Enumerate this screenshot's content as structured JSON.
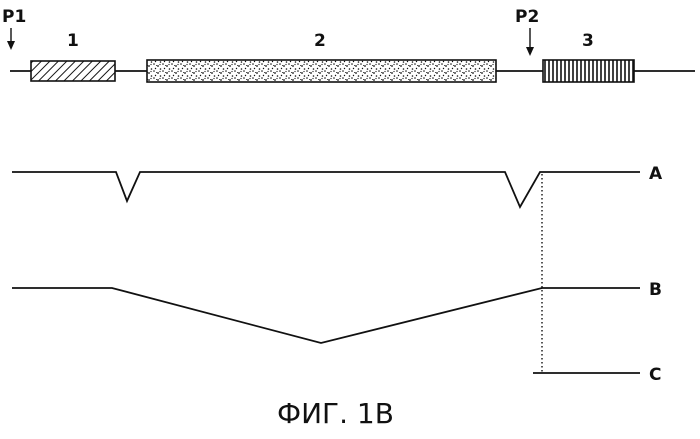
{
  "figure": {
    "caption": "ФИГ. 1B",
    "promoters": {
      "p1": "P1",
      "p2": "P2"
    },
    "segments": {
      "s1": "1",
      "s2": "2",
      "s3": "3"
    },
    "traces": {
      "a": "A",
      "b": "B",
      "c": "C"
    }
  }
}
